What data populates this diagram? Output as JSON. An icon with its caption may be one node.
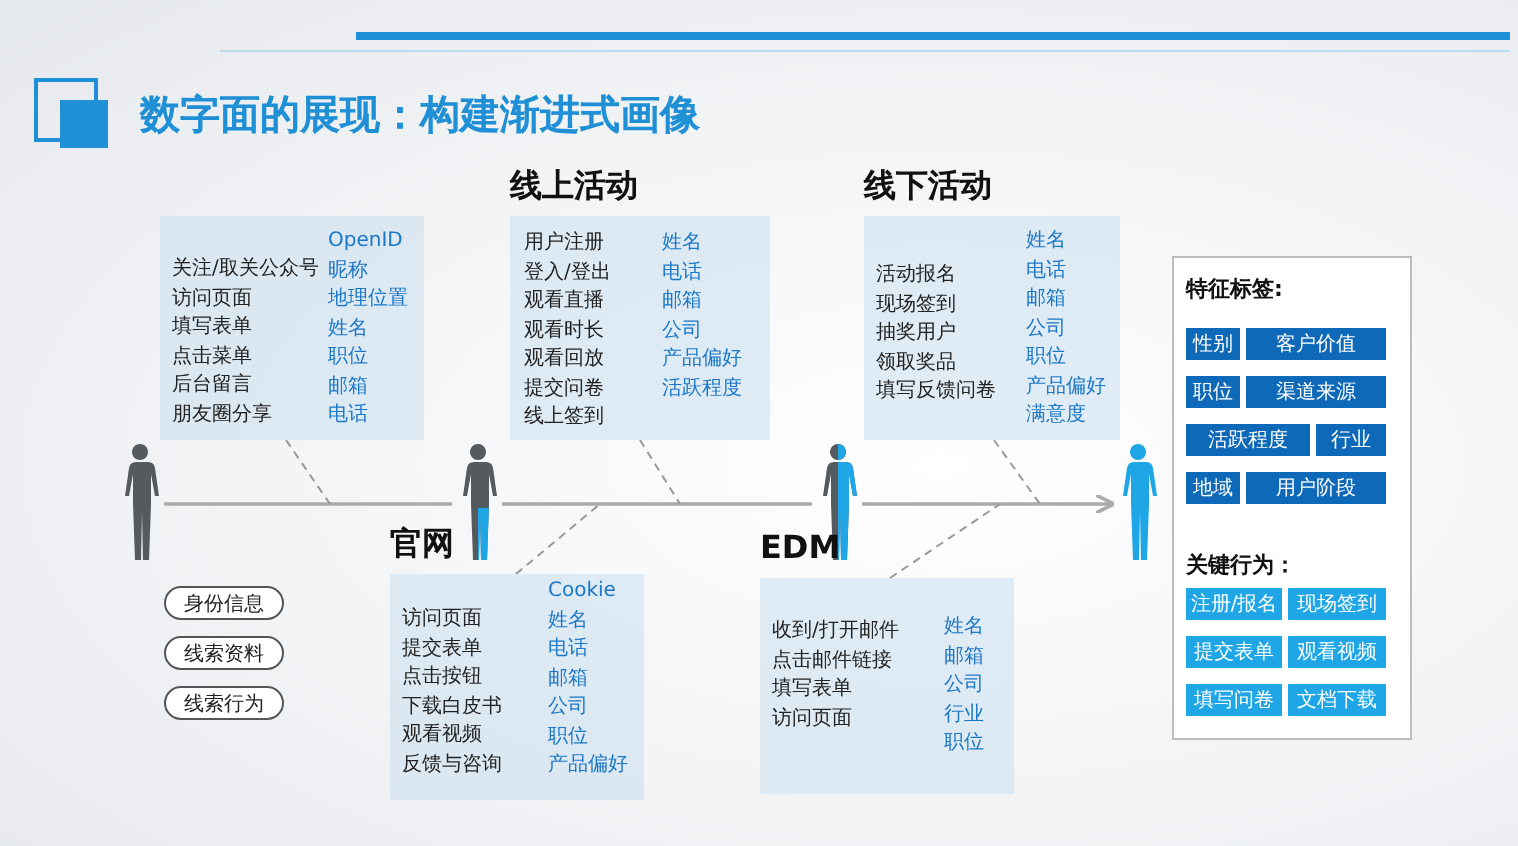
{
  "diagram": {
    "title": "数字面的展现：构建渐进式画像",
    "nodes": [
      {
        "text": [
          "关注/取关公众号",
          "访问页面",
          "填写表单",
          "点击菜单",
          "后台留言",
          "朋友圈分享",
          "OpenID",
          "昵称",
          "地理位置",
          "姓名",
          "职位",
          "邮箱",
          "电话"
        ]
      },
      {
        "text": [
          "线上活动",
          "用户注册",
          "登入/登出",
          "观看直播",
          "观看时长",
          "观看回放",
          "提交问卷",
          "线上签到",
          "姓名",
          "电话",
          "邮箱",
          "公司",
          "产品偏好",
          "活跃程度"
        ]
      },
      {
        "text": [
          "线下活动",
          "活动报名",
          "现场签到",
          "抽奖用户",
          "领取奖品",
          "填写反馈问卷",
          "姓名",
          "电话",
          "邮箱",
          "公司",
          "职位",
          "产品偏好",
          "满意度"
        ]
      },
      {
        "text": [
          "特征标签:",
          "关键行为："
        ]
      },
      {
        "text": [
          "性别"
        ],
        "in": 3
      },
      {
        "text": [
          "客户价值"
        ],
        "in": 3
      },
      {
        "text": [
          "职位"
        ],
        "in": 3
      },
      {
        "text": [
          "渠道来源"
        ],
        "in": 3
      },
      {
        "text": [
          "活跃程度"
        ],
        "in": 3
      },
      {
        "text": [
          "行业"
        ],
        "in": 3
      },
      {
        "text": [
          "地域"
        ],
        "in": 3
      },
      {
        "text": [
          "用户阶段"
        ],
        "in": 3
      },
      {
        "text": [
          "注册/报名"
        ],
        "in": 3
      },
      {
        "text": [
          "现场签到"
        ],
        "in": 3
      },
      {
        "text": [
          "提交表单"
        ],
        "in": 3
      },
      {
        "text": [
          "观看视频"
        ],
        "in": 3
      },
      {
        "text": [
          "填写问卷"
        ],
        "in": 3
      },
      {
        "text": [
          "文档下载"
        ],
        "in": 3
      },
      {
        "text": [],
        "shape": "person"
      },
      {
        "text": [],
        "shape": "person"
      },
      {
        "text": [],
        "shape": "person"
      },
      {
        "text": [],
        "shape": "person"
      },
      {
        "text": [
          "官网",
          "访问页面",
          "提交表单",
          "点击按钮",
          "下载白皮书",
          "观看视频",
          "反馈与咨询",
          "Cookie",
          "姓名",
          "电话",
          "邮箱",
          "公司",
          "职位",
          "产品偏好"
        ]
      },
      {
        "text": [
          "EDM",
          "收到/打开邮件",
          "点击邮件链接",
          "填写表单",
          "访问页面",
          "姓名",
          "邮箱",
          "公司",
          "行业",
          "职位"
        ]
      },
      {
        "text": [
          "身份信息"
        ]
      },
      {
        "text": [
          "线索资料"
        ]
      },
      {
        "text": [
          "线索行为"
        ]
      }
    ],
    "edges": [
      {
        "from": 18,
        "to": 19,
        "arrow": "none"
      },
      {
        "from": 19,
        "to": 20,
        "arrow": "none"
      },
      {
        "from": 20,
        "to": 21,
        "arrow": "to"
      },
      {
        "from": 0,
        "to": null,
        "arrow": "none",
        "style": "dashed"
      },
      {
        "from": 1,
        "to": null,
        "arrow": "none",
        "style": "dashed"
      },
      {
        "from": 2,
        "to": null,
        "arrow": "none",
        "style": "dashed"
      },
      {
        "from": 22,
        "to": null,
        "arrow": "none",
        "style": "dashed"
      },
      {
        "from": 23,
        "to": null,
        "arrow": "none",
        "style": "dashed"
      }
    ]
  }
}
